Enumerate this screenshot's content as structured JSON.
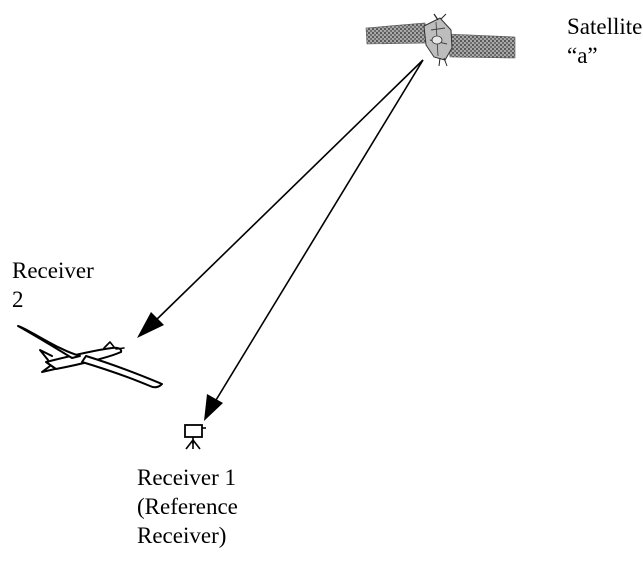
{
  "satellite": {
    "line1": "Satellite",
    "line2": "“a”"
  },
  "receiver2": {
    "line1": "Receiver",
    "line2": "2"
  },
  "receiver1": {
    "line1": "Receiver 1",
    "line2": "(Reference",
    "line3": "Receiver)"
  },
  "colors": {
    "ink": "#000000",
    "panel": "#8a8a8a",
    "background": "#ffffff"
  },
  "icons": [
    "satellite-icon",
    "aircraft-icon",
    "reference-receiver-icon"
  ]
}
